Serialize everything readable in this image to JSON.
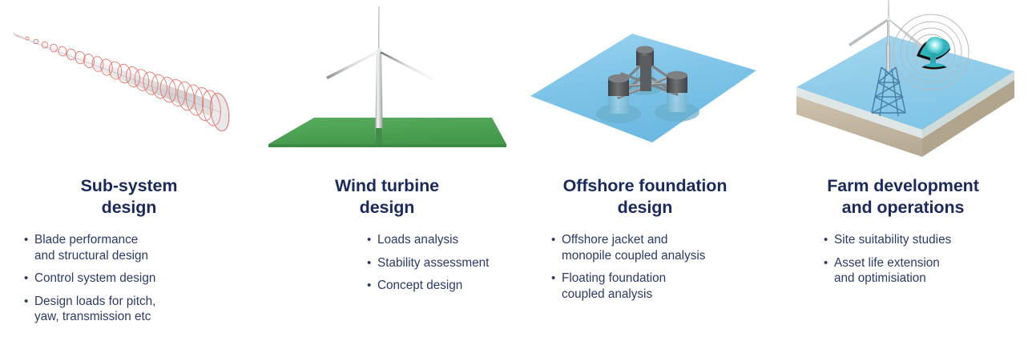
{
  "slide": {
    "background_color": "#ffffff",
    "title_color": "#1b2a5c",
    "body_color": "#2b3a66",
    "bullet_glyph": "•"
  },
  "columns": [
    {
      "id": "sub-system-design",
      "title": "Sub-system\ndesign",
      "figure": {
        "name": "blade-cross-section-mesh",
        "description": "Tapered wind turbine blade mesh with cross-section rings",
        "colors": {
          "ring": "#e8746a",
          "surface": "#dcdcdc",
          "centerline": "#b8b0d8"
        }
      },
      "bullets": [
        "Blade performance\nand structural design",
        "Control system design",
        "Design loads for pitch,\nyaw, transmission etc"
      ]
    },
    {
      "id": "wind-turbine-design",
      "title": "Wind turbine\ndesign",
      "figure": {
        "name": "onshore-wind-turbine-on-ground-plane",
        "description": "Three bladed wind turbine standing on a green ground plane",
        "colors": {
          "ground": "#4ba352",
          "ground_edge": "#3d8c45",
          "tower": "#b9bcbd",
          "blade": "#d9dcde"
        }
      },
      "bullets": [
        "Loads analysis",
        "Stability assessment",
        "Concept design"
      ]
    },
    {
      "id": "offshore-foundation-design",
      "title": "Offshore foundation\ndesign",
      "figure": {
        "name": "floating-semisubmersible-foundation",
        "description": "Floating semi-submersible platform with columns, pontoons and bracing on a water plane",
        "colors": {
          "water": "#7fc4e8",
          "water_edge": "#5fb0dd",
          "column": "#55595b",
          "column_submerged": "#8ec5de",
          "brace": "#808486"
        }
      },
      "bullets": [
        "Offshore jacket and\nmonopile coupled analysis",
        "Floating foundation\ncoupled analysis"
      ]
    },
    {
      "id": "farm-development-and-operations",
      "title": "Farm development\nand operations",
      "figure": {
        "name": "offshore-jacket-turbine-with-seabed-block-and-signal-beacon",
        "description": "Offshore jacket supported turbine on a layered seabed block with a radar signal beacon icon",
        "colors": {
          "water_top": "#8ecbe8",
          "water_side": "#dfe9e8",
          "seabed_top": "#9ca09b",
          "sand": "#c8bca6",
          "sand_side": "#bdb096",
          "jacket": "#4a7fa8",
          "beacon": "#2fb3bd",
          "signal_ring": "#b9b9b9"
        }
      },
      "bullets": [
        "Site suitability studies",
        "Asset life extension\nand optimisiation"
      ]
    }
  ]
}
